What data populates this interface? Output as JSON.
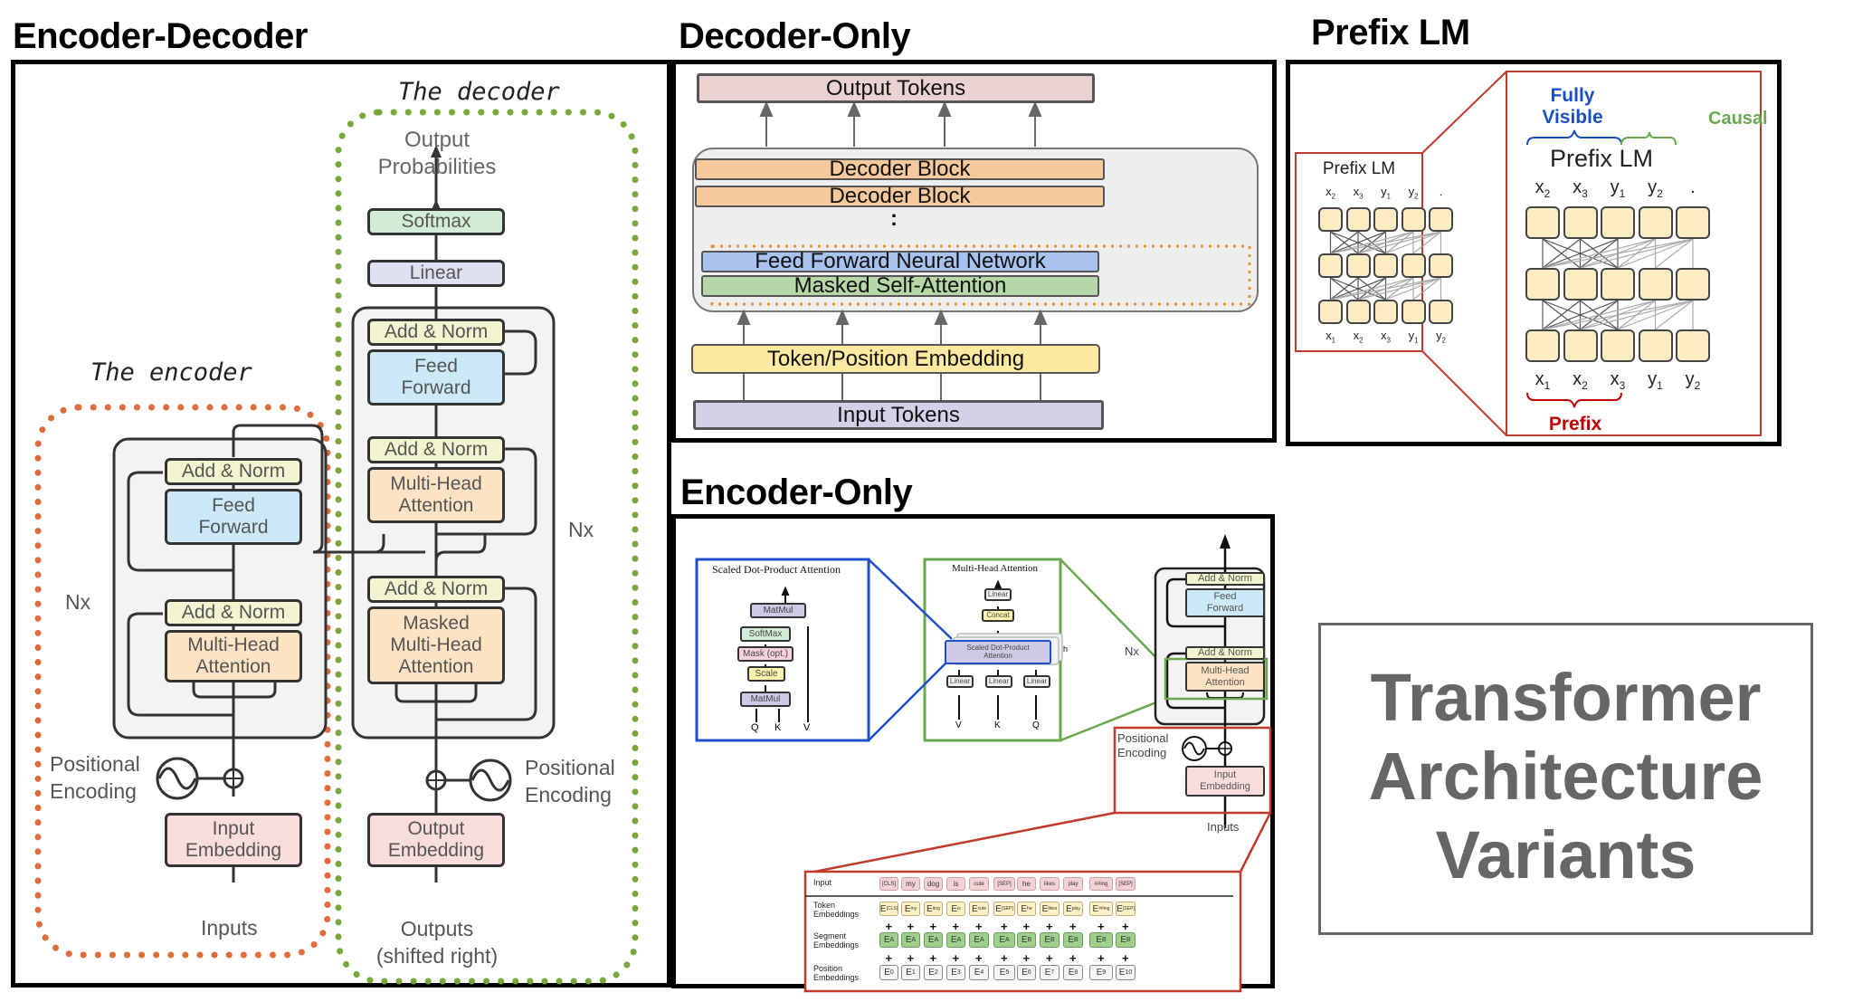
{
  "headings": {
    "encoder_decoder": "Encoder-Decoder",
    "decoder_only": "Decoder-Only",
    "prefix_lm": "Prefix LM",
    "encoder_only": "Encoder-Only"
  },
  "title_box": {
    "line1": "Transformer",
    "line2": "Architecture",
    "line3": "Variants",
    "color": "#666666"
  },
  "encoder_decoder": {
    "encoder_annotation": "The encoder",
    "decoder_annotation": "The decoder",
    "encoder_color": "#e06c3c",
    "decoder_color": "#76a83a",
    "encoder": {
      "add_norm": "Add & Norm",
      "feed_forward": [
        "Feed",
        "Forward"
      ],
      "multi_head": [
        "Multi-Head",
        "Attention"
      ],
      "nx": "Nx",
      "positional_encoding": [
        "Positional",
        "Encoding"
      ],
      "input_embedding": [
        "Input",
        "Embedding"
      ],
      "inputs": "Inputs"
    },
    "decoder": {
      "output_probabilities": [
        "Output",
        "Probabilities"
      ],
      "softmax": "Softmax",
      "linear": "Linear",
      "add_norm": "Add & Norm",
      "feed_forward": [
        "Feed",
        "Forward"
      ],
      "multi_head": [
        "Multi-Head",
        "Attention"
      ],
      "masked_multi_head": [
        "Masked",
        "Multi-Head",
        "Attention"
      ],
      "nx": "Nx",
      "positional_encoding": [
        "Positional",
        "Encoding"
      ],
      "output_embedding": [
        "Output",
        "Embedding"
      ],
      "outputs": [
        "Outputs",
        "(shifted right)"
      ]
    }
  },
  "decoder_only": {
    "output_tokens": "Output Tokens",
    "decoder_block_1": "Decoder Block",
    "decoder_block_2": "Decoder Block",
    "ellipsis": ":",
    "feed_forward": "Feed Forward Neural Network",
    "masked_self_attention": "Masked Self-Attention",
    "token_position_embedding": "Token/Position Embedding",
    "input_tokens": "Input Tokens"
  },
  "prefix_lm": {
    "small_title": "Prefix LM",
    "large_title": "Prefix LM",
    "fully_visible": [
      "Fully",
      "Visible"
    ],
    "causal": "Causal",
    "prefix": "Prefix",
    "fully_visible_color": "#1a4fc4",
    "causal_color": "#6aa84f",
    "prefix_color": "#c00000",
    "top_labels": [
      [
        "x",
        "2"
      ],
      [
        "x",
        "3"
      ],
      [
        "y",
        "1"
      ],
      [
        "y",
        "2"
      ],
      [
        ".",
        ""
      ]
    ],
    "bottom_labels": [
      [
        "x",
        "1"
      ],
      [
        "x",
        "2"
      ],
      [
        "x",
        "3"
      ],
      [
        "y",
        "1"
      ],
      [
        "y",
        "2"
      ]
    ]
  },
  "encoder_only": {
    "sdpa": {
      "title": "Scaled Dot-Product Attention",
      "matmul_top": "MatMul",
      "softmax": "SoftMax",
      "mask": "Mask (opt.)",
      "scale": "Scale",
      "matmul_bottom": "MatMul",
      "inputs": [
        "Q",
        "K",
        "V"
      ]
    },
    "mha": {
      "title": "Multi-Head Attention",
      "linear_top": "Linear",
      "concat": "Concat",
      "sdpa": [
        "Scaled Dot-Product",
        "Attention"
      ],
      "h": "h",
      "linears": [
        "Linear",
        "Linear",
        "Linear"
      ],
      "inputs": [
        "V",
        "K",
        "Q"
      ]
    },
    "stack": {
      "add_norm": "Add & Norm",
      "feed_forward": [
        "Feed",
        "Forward"
      ],
      "multi_head": [
        "Multi-Head",
        "Attention"
      ],
      "nx": "Nx",
      "positional_encoding": [
        "Positional",
        "Encoding"
      ],
      "input_embedding": [
        "Input",
        "Embedding"
      ],
      "inputs": "Inputs"
    },
    "bert": {
      "row_labels": {
        "input": "Input",
        "token": [
          "Token",
          "Embeddings"
        ],
        "segment": [
          "Segment",
          "Embeddings"
        ],
        "position": [
          "Position",
          "Embeddings"
        ]
      },
      "input_tokens": [
        "[CLS]",
        "my",
        "dog",
        "is",
        "cute",
        "[SEP]",
        "he",
        "likes",
        "play",
        "##ing",
        "[SEP]"
      ],
      "token_subs": [
        "[CLS]",
        "my",
        "dog",
        "is",
        "cute",
        "[SEP]",
        "he",
        "likes",
        "play",
        "##ing",
        "[SEP]"
      ],
      "segment_subs": [
        "A",
        "A",
        "A",
        "A",
        "A",
        "A",
        "B",
        "B",
        "B",
        "B",
        "B"
      ],
      "position_subs": [
        "0",
        "1",
        "2",
        "3",
        "4",
        "5",
        "6",
        "7",
        "8",
        "9",
        "10"
      ],
      "embedding_letter": "E",
      "plus": "+"
    }
  }
}
